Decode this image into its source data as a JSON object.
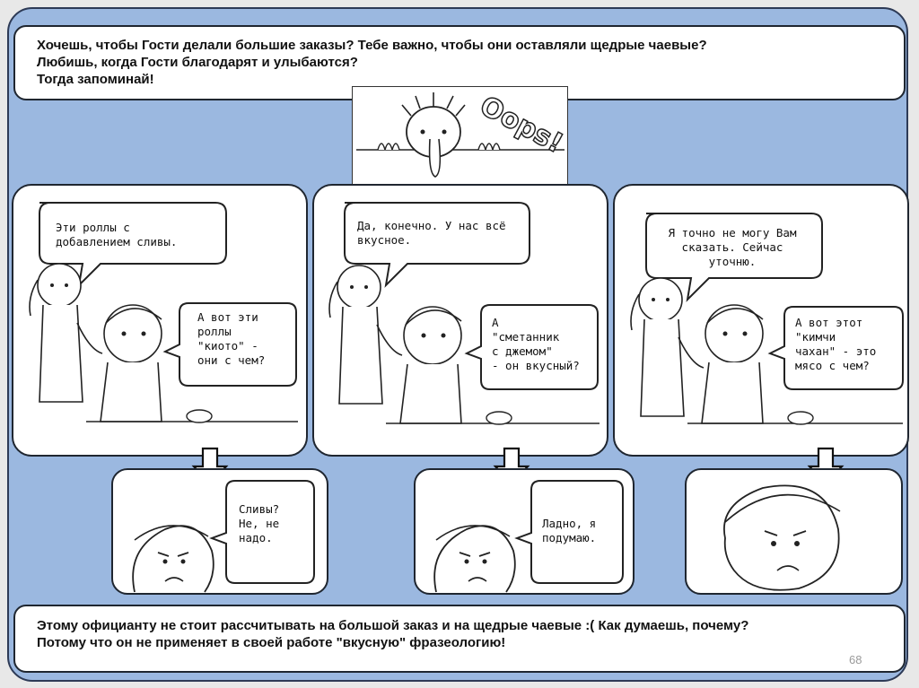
{
  "intro": {
    "line1": "Хочешь, чтобы Гости делали большие заказы? Тебе важно, чтобы они оставляли щедрые чаевые?",
    "line2": "Любишь, когда Гости благодарят и улыбаются?",
    "line3": "Тогда запоминай!"
  },
  "oops_text": "Oops!",
  "panels": [
    {
      "waiter": [
        "Эти роллы с",
        "добавлением сливы."
      ],
      "guest": [
        "А вот эти",
        "роллы",
        "\"киото\" -",
        "они с чем?"
      ]
    },
    {
      "waiter": [
        "Да, конечно. У нас всё",
        "вкусное."
      ],
      "guest": [
        "А",
        "\"сметанник",
        "с джемом\"",
        "- он вкусный?"
      ]
    },
    {
      "waiter": [
        "Я точно не могу Вам",
        "сказать. Сейчас",
        "уточню."
      ],
      "guest": [
        "А вот этот",
        "\"кимчи",
        "чахан\" - это",
        "мясо с чем?"
      ]
    }
  ],
  "reactions": [
    {
      "text": [
        "Сливы?",
        "Не, не",
        "надо."
      ]
    },
    {
      "text": [
        "Ладно, я",
        "подумаю."
      ]
    },
    {
      "text": []
    }
  ],
  "conclusion": {
    "line1": "Этому официанту не стоит рассчитывать на большой заказ и на щедрые чаевые :(  Как думаешь, почему?",
    "line2": "Потому что он не применяет в своей работе \"вкусную\" фразеологию!"
  },
  "page_number": "68",
  "colors": {
    "frame_blue": "#9bb8e0",
    "outline": "#1f2630"
  }
}
